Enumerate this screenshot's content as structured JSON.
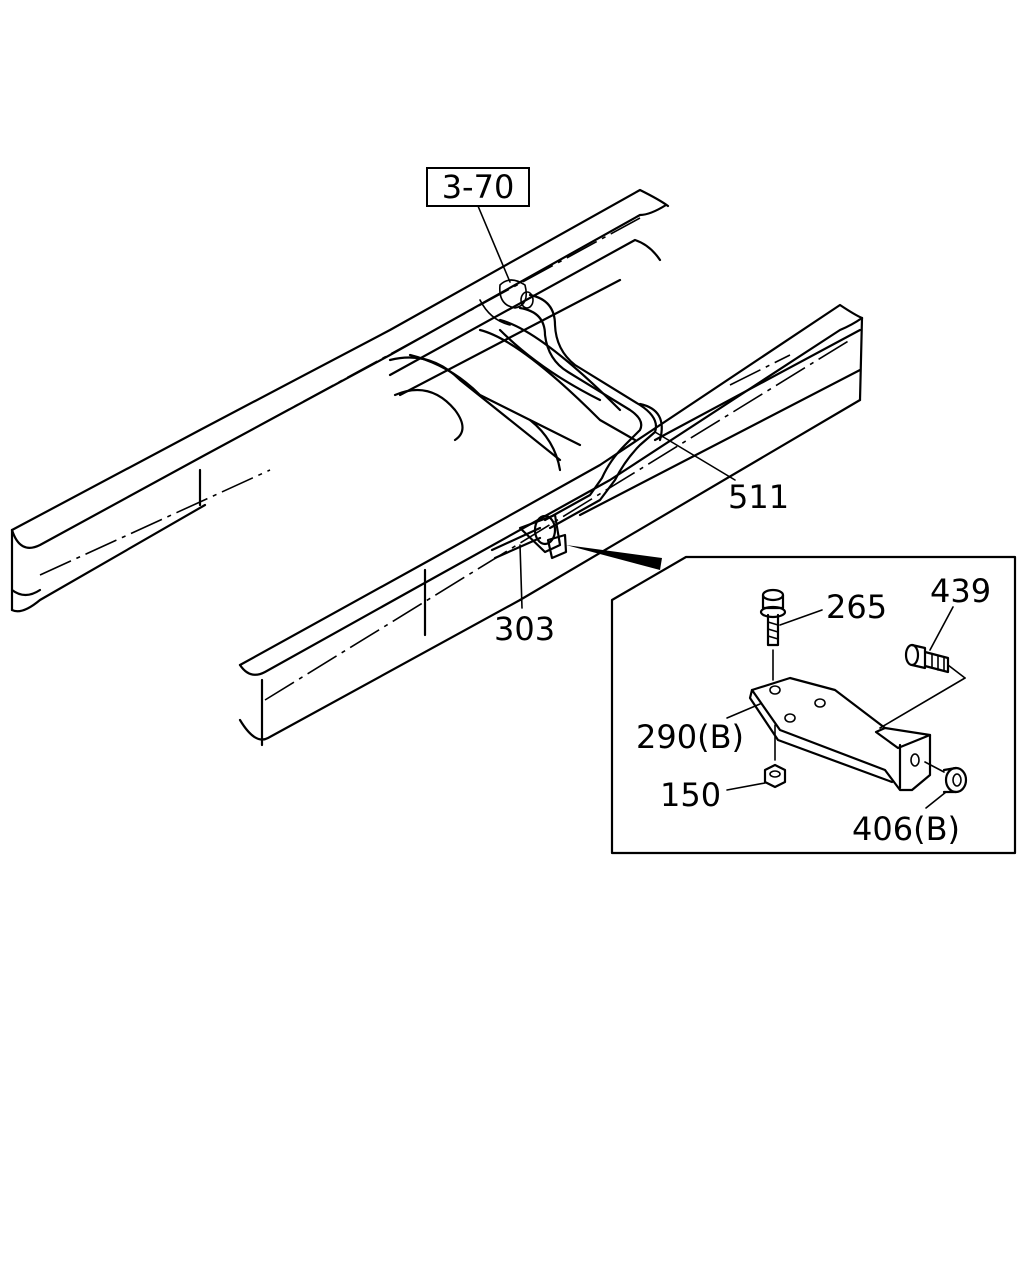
{
  "diagram": {
    "reference_box": "3-70",
    "labels": {
      "hose_511": "511",
      "clip_303": "303",
      "bolt_265": "265",
      "bolt_439": "439",
      "bracket_290b": "290(B)",
      "nut_150": "150",
      "nut_406b": "406(B)"
    }
  }
}
